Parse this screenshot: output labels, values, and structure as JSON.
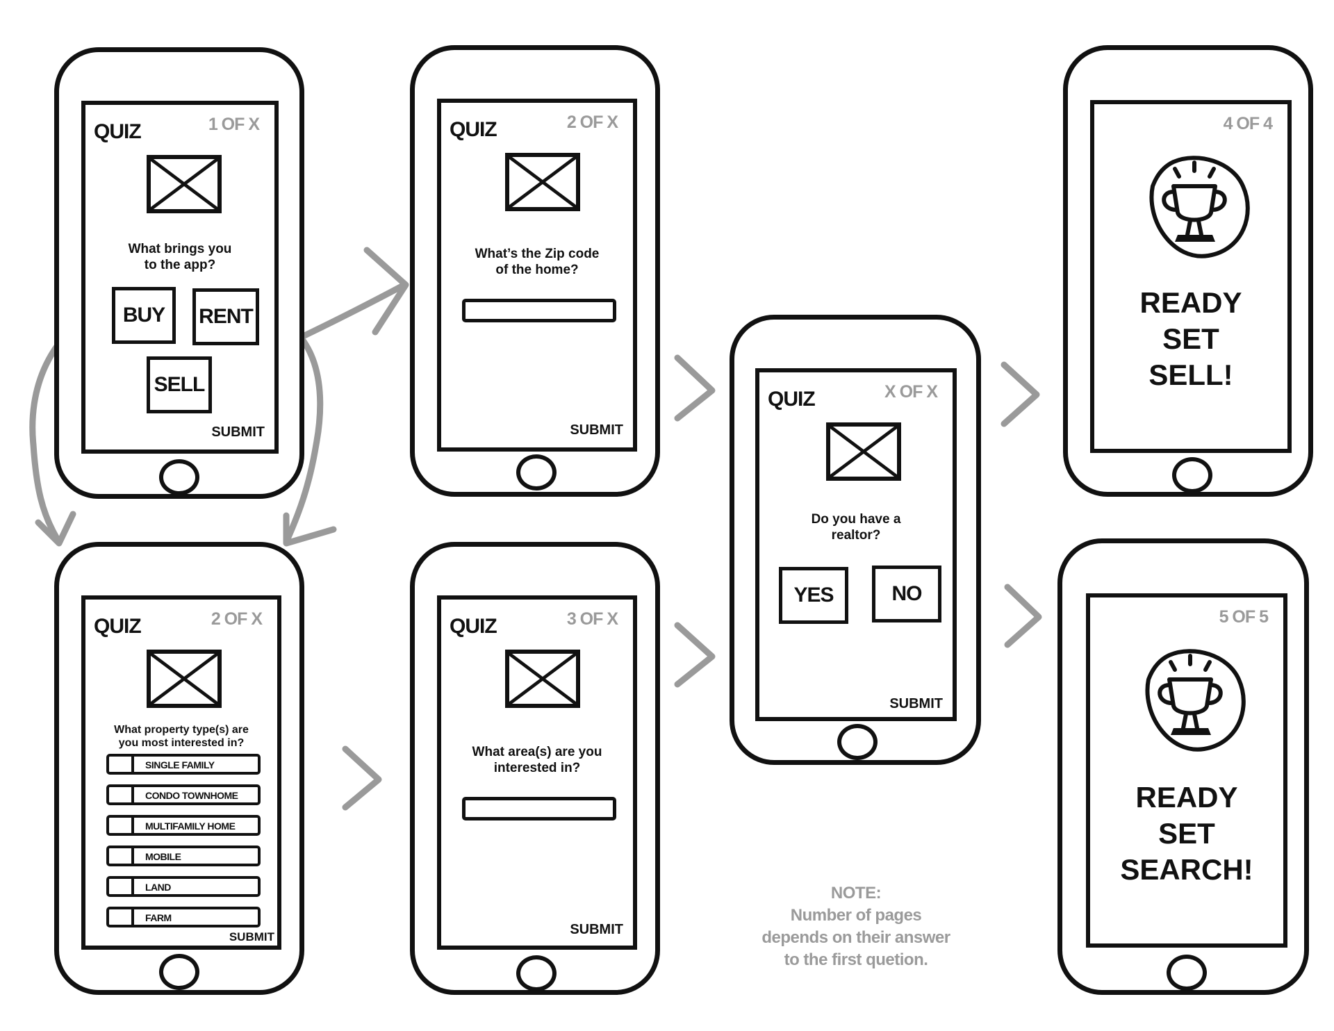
{
  "common": {
    "quiz_label": "QUIZ",
    "submit_label": "SUBMIT"
  },
  "screens": {
    "intent": {
      "step": "1 OF X",
      "question_line1": "What brings you",
      "question_line2": "to the app?",
      "buy": "BUY",
      "rent": "RENT",
      "sell": "SELL"
    },
    "zip": {
      "step": "2 OF X",
      "question_line1": "What’s the Zip code",
      "question_line2": "of the home?"
    },
    "realtor": {
      "step": "X OF X",
      "question_line1": "Do you have a",
      "question_line2": "realtor?",
      "yes": "YES",
      "no": "NO"
    },
    "done_sell": {
      "step": "4 OF 4",
      "line1": "READY",
      "line2": "SET",
      "line3": "SELL!"
    },
    "property": {
      "step": "2 OF X",
      "question_line1": "What property type(s) are",
      "question_line2": "you most interested in?",
      "options": [
        "SINGLE FAMILY",
        "CONDO TOWNHOME",
        "MULTIFAMILY HOME",
        "MOBILE",
        "LAND",
        "FARM"
      ]
    },
    "area": {
      "step": "3 OF X",
      "question_line1": "What area(s) are you",
      "question_line2": "interested in?"
    },
    "done_search": {
      "step": "5 OF 5",
      "line1": "READY",
      "line2": "SET",
      "line3": "SEARCH!"
    }
  },
  "note": {
    "title": "NOTE:",
    "line1": "Number of pages",
    "line2": "depends on their answer",
    "line3": "to the first quetion."
  },
  "colors": {
    "ink": "#111111",
    "connector": "#9a9a9a"
  },
  "icons": [
    "image-placeholder-icon",
    "trophy-icon",
    "chevron-right-icon"
  ]
}
